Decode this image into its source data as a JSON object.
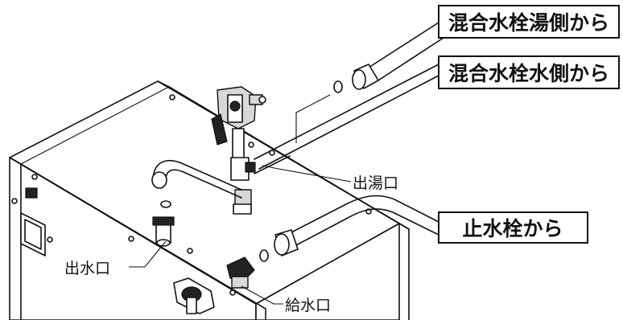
{
  "callouts": {
    "hot_mixing": "混合水栓湯側から",
    "cold_mixing": "混合水栓水側から",
    "stop_valve": "止水栓から",
    "hot_outlet": "出湯口",
    "water_outlet": "出水口",
    "water_inlet": "給水口"
  }
}
